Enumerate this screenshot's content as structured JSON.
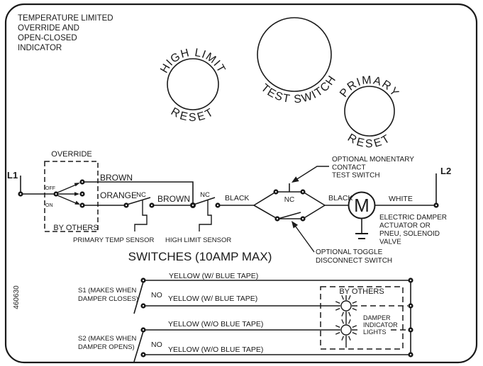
{
  "title_block": {
    "lines": [
      "TEMPERATURE LIMITED",
      "OVERRIDE AND",
      "OPEN-CLOSED",
      "INDICATOR"
    ]
  },
  "part_number": "460630",
  "controls": {
    "high_limit_reset": {
      "arc_top": "HIGH LIMIT",
      "arc_bottom": "RESET"
    },
    "test_switch": {
      "arc_bottom": "TEST SWITCH"
    },
    "primary_reset": {
      "arc_top": "PRIMARY",
      "arc_bottom": "RESET"
    }
  },
  "power": {
    "l1": "L1",
    "l2": "L2"
  },
  "override": {
    "label": "OVERRIDE",
    "off": "OFF",
    "on": "ON",
    "by_others": "BY OTHERS"
  },
  "wires": {
    "brown_top": "BROWN",
    "orange": "ORANGE",
    "brown_mid": "BROWN",
    "black_left": "BLACK",
    "black_right": "BLACK",
    "white": "WHITE"
  },
  "sensors": {
    "nc1": "NC",
    "nc2": "NC",
    "nc3": "NC",
    "primary_temp": "PRIMARY TEMP SENSOR",
    "high_limit": "HIGH LIMIT SENSOR"
  },
  "motor": {
    "letter": "M"
  },
  "annotations": {
    "momentary": [
      "OPTIONAL MONENTARY",
      "CONTACT",
      "TEST SWITCH"
    ],
    "toggle": [
      "OPTIONAL TOGGLE",
      "DISCONNECT SWITCH"
    ],
    "actuator": [
      "ELECTRIC DAMPER",
      "ACTUATOR OR",
      "PNEU, SOLENOID",
      "VALVE"
    ],
    "switches_rating": "SWITCHES (10AMP MAX)"
  },
  "indicator_circuit": {
    "s1": [
      "S1 (MAKES WHEN",
      "DAMPER CLOSES)"
    ],
    "s2": [
      "S2 (MAKES WHEN",
      "DAMPER OPENS)"
    ],
    "no1": "NO",
    "no2": "NO",
    "wire1": "YELLOW (W/ BLUE TAPE)",
    "wire2": "YELLOW (W/ BLUE TAPE)",
    "wire3": "YELLOW (W/O BLUE TAPE)",
    "wire4": "YELLOW (W/O BLUE TAPE)",
    "by_others": "BY OTHERS",
    "lights": [
      "DAMPER",
      "INDICATOR",
      "LIGHTS"
    ]
  },
  "colors": {
    "line": "#1a1a1a",
    "background": "#ffffff"
  }
}
